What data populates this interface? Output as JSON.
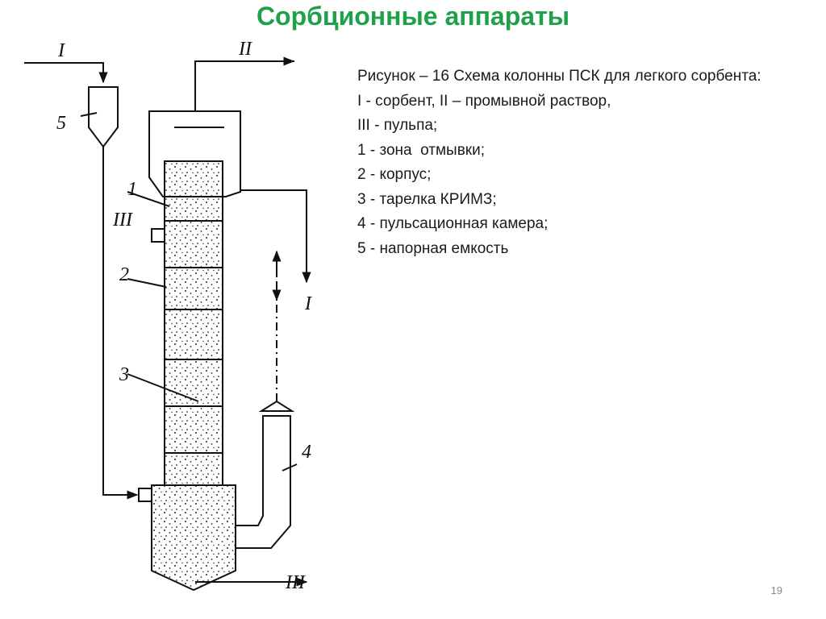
{
  "title": "Сорбционные аппараты",
  "caption": {
    "heading": "Рисунок – 16  Схема колонны ПСК для легкого сорбента:",
    "lines": [
      "I - сорбент, II – промывной раствор,",
      "III - пульпа;",
      "1 - зона  отмывки;",
      "2 - корпус;",
      "3 - тарелка КРИМЗ;",
      "4 - пульсационная камера;",
      "5 - напорная емкость"
    ]
  },
  "diagram": {
    "stream_labels": {
      "sorbent_in": "I",
      "wash_solution_in": "II",
      "pulp_in": "III",
      "sorbent_out": "I",
      "pulp_out": "III"
    },
    "part_labels": {
      "washing_zone": "1",
      "body": "2",
      "krimz_plate": "3",
      "pulsation_chamber": "4",
      "pressure_tank": "5"
    }
  },
  "page_number": "19",
  "colors": {
    "title": "#1fa14a",
    "text": "#1a1a1a",
    "line": "#111111"
  }
}
